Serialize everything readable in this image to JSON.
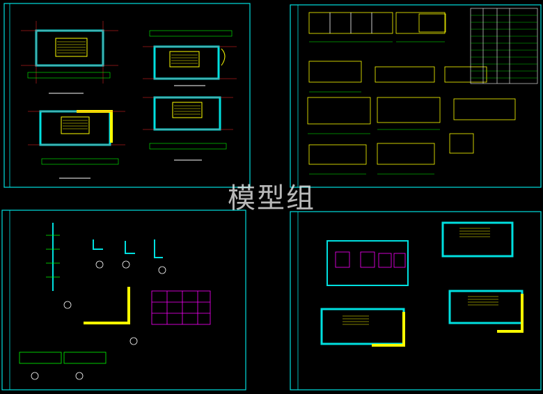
{
  "watermark": {
    "text": "模型组"
  },
  "colors": {
    "frame": "#00e0e0",
    "wall": "#ffffff",
    "line": "#00ff00",
    "accent": "#ffff00",
    "magenta": "#ff00ff",
    "axis": "#ff2a2a",
    "bg": "#000000"
  },
  "sheets": [
    {
      "name": "stair-plans-sheet",
      "drawings": [
        "stair-plan-top-left",
        "stair-plan-top-right",
        "stair-plan-bottom-left",
        "stair-plan-bottom-right"
      ]
    },
    {
      "name": "window-details-sheet",
      "drawings": [
        "window-elevations",
        "door-window-schedule"
      ]
    },
    {
      "name": "wall-details-sheet",
      "drawings": [
        "wall-section-details",
        "railing-details",
        "grid-detail"
      ]
    },
    {
      "name": "toilet-stair-sheet",
      "drawings": [
        "toilet-plan",
        "stair-plan-a",
        "stair-plan-b",
        "stair-plan-c"
      ]
    }
  ]
}
